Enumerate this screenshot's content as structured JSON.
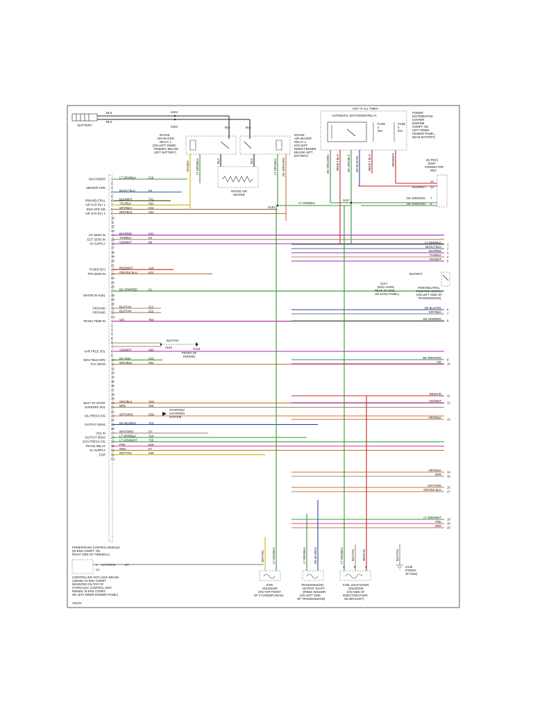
{
  "colors": {
    "lt_grn_blk": "#3a8f3a",
    "blk_lt_blu": "#3c6fa8",
    "blk_yel": "#222222",
    "grn": "#22aa33",
    "purple": "#b020b0",
    "org": "#c87533",
    "tan": "#a08a6e",
    "pink": "#e8409a",
    "red": "#d02020",
    "yel": "#c9b500",
    "dk_blu": "#2244aa",
    "gray": "#777777"
  },
  "battery": {
    "label": "BATTERY",
    "wire1": "BLK",
    "wire2": "BLK"
  },
  "splices_top": {
    "s404": "S404",
    "s403": "S403",
    "s130": "S130",
    "s127": "S127"
  },
  "hot_label": "HOT AT ALL TIMES",
  "asd_relay": "AUTOMATIC SHUTDOWN RELAY",
  "fuse2": [
    "FUSE",
    "2",
    "30A"
  ],
  "fuse3": [
    "FUSE",
    "3",
    "20A"
  ],
  "pdc_label": [
    "POWER",
    "DISTRIBUTION",
    "CENTER",
    "(ENGINE",
    "COMPT, ON",
    "LEFT INNER",
    "FENDER PANEL,",
    "NEAR BATTERY)"
  ],
  "relay1_label": [
    "INTAKE",
    "AIR HEATER",
    "RELAY 1",
    "(ON LEFT INNER",
    "FENDER, BELOW",
    "LEFT BATTERY)"
  ],
  "relay2_label": [
    "INTAKE",
    "AIR HEATER",
    "RELAY 2",
    "(ON LEFT",
    "INNER FENDER,",
    "BELOW LEFT",
    "BATTERY)"
  ],
  "heater_label": [
    "INTAKE AIR",
    "HEATER"
  ],
  "top_blk_labels": [
    "BLK",
    "BLK"
  ],
  "relay_wires": [
    "YEL/BLK",
    "LT GRN/BLK",
    "BLK",
    "BLK",
    "LT GRN/BLK",
    "DK GRN/ORG"
  ],
  "asd_wires": [
    "DK GRN/ORG",
    "RED/LT BLU",
    "DK GRN/BLK",
    "DK BLU/YEL",
    "RED/LT BLU"
  ],
  "red_wht_label": "RED/WHT",
  "pdc_connector_label": [
    "(IN PDC)",
    "JOINT",
    "CONNECTOR",
    "NO2"
  ],
  "pdc_pins": [
    {
      "pin": "13",
      "wire": "RED/WHT"
    },
    {
      "pin": "12",
      "wire": ""
    },
    {
      "pin": "7",
      "wire": "DK GRN/ORG"
    },
    {
      "pin": "8",
      "wire": "DK GRN/ORG"
    }
  ],
  "mid_label": "LT GRN/BLK",
  "pcm_rows": [
    {
      "pin": "1",
      "sig": "IGN POWER",
      "wire": "LT GRN/BLK",
      "circ": "F18"
    },
    {
      "pin": "2",
      "sig": "",
      "wire": "",
      "circ": ""
    },
    {
      "pin": "3",
      "sig": "SENSOR GRD",
      "wire": "",
      "circ": ""
    },
    {
      "pin": "4",
      "sig": "",
      "wire": "BLK/LT BLU",
      "circ": "K4"
    },
    {
      "pin": "5",
      "sig": "",
      "wire": "",
      "circ": ""
    },
    {
      "pin": "6",
      "sig": "PRK/NEUTRAL",
      "wire": "BLK/WHT",
      "circ": "T41"
    },
    {
      "pin": "7",
      "sig": "AIR SYS RLY 1",
      "wire": "YEL/BLK",
      "circ": "S21"
    },
    {
      "pin": "8",
      "sig": "ENG SPD SIG",
      "wire": "GRY/BLK",
      "circ": "K24"
    },
    {
      "pin": "9",
      "sig": "AIR SYS RLY 2",
      "wire": "ORG/BLK",
      "circ": "S22"
    },
    {
      "pin": "10",
      "sig": "",
      "wire": "",
      "circ": ""
    },
    {
      "pin": "11",
      "sig": "",
      "wire": "",
      "circ": ""
    },
    {
      "pin": "12",
      "sig": "",
      "wire": "",
      "circ": ""
    },
    {
      "pin": "13",
      "sig": "",
      "wire": "",
      "circ": ""
    },
    {
      "pin": "14",
      "sig": "IAT SENS IN",
      "wire": "BLK/RED",
      "circ": "K21"
    },
    {
      "pin": "15",
      "sig": "ECT SENS IN",
      "wire": "TAN/BLK",
      "circ": "K2"
    },
    {
      "pin": "16",
      "sig": "5V SUPPLY",
      "wire": "VIO/WHT",
      "circ": "K6"
    },
    {
      "pin": "17",
      "sig": "",
      "wire": "",
      "circ": ""
    },
    {
      "pin": "18",
      "sig": "",
      "wire": "",
      "circ": ""
    },
    {
      "pin": "19",
      "sig": "",
      "wire": "",
      "circ": ""
    },
    {
      "pin": "20",
      "sig": "",
      "wire": "",
      "circ": ""
    },
    {
      "pin": "21",
      "sig": "",
      "wire": "",
      "circ": ""
    },
    {
      "pin": "22",
      "sig": "FUSED B(+)",
      "wire": "RED/WHT",
      "circ": "A14"
    },
    {
      "pin": "23",
      "sig": "TPS SENS IN",
      "wire": "ORG/DK BLU",
      "circ": "K22"
    },
    {
      "pin": "24",
      "sig": "",
      "wire": "",
      "circ": ""
    },
    {
      "pin": "25",
      "sig": "",
      "wire": "",
      "circ": ""
    },
    {
      "pin": "26",
      "sig": "",
      "wire": "",
      "circ": ""
    },
    {
      "pin": "27",
      "sig": "",
      "wire": "DK GRN/RED",
      "circ": "K1"
    },
    {
      "pin": "28",
      "sig": "WATER IN FUEL",
      "wire": "",
      "circ": ""
    },
    {
      "pin": "29",
      "sig": "",
      "wire": "",
      "circ": ""
    },
    {
      "pin": "30",
      "sig": "",
      "wire": "",
      "circ": ""
    },
    {
      "pin": "31",
      "sig": "GROUND",
      "wire": "BLK/TAN",
      "circ": "Z12"
    },
    {
      "pin": "32",
      "sig": "GROUND",
      "wire": "BLK/TAN",
      "circ": "Z12"
    },
    {
      "pin": "C1",
      "sig": "",
      "wire": "",
      "circ": ""
    },
    {
      "pin": "1",
      "sig": "TRANS TEMP IN",
      "wire": "VIO",
      "circ": "T54"
    },
    {
      "pin": "2",
      "sig": "",
      "wire": "",
      "circ": ""
    },
    {
      "pin": "3",
      "sig": "",
      "wire": "",
      "circ": ""
    },
    {
      "pin": "4",
      "sig": "",
      "wire": "",
      "circ": ""
    },
    {
      "pin": "5",
      "sig": "",
      "wire": "",
      "circ": ""
    },
    {
      "pin": "6",
      "sig": "",
      "wire": "",
      "circ": ""
    },
    {
      "pin": "7",
      "sig": "",
      "wire": "",
      "circ": ""
    },
    {
      "pin": "8",
      "sig": "VAR FRCE SOL",
      "wire": "VIO/WHT",
      "circ": "K90"
    },
    {
      "pin": "9",
      "sig": "",
      "wire": "",
      "circ": ""
    },
    {
      "pin": "10",
      "sig": "GEN FIELD DRV",
      "wire": "DK GRN",
      "circ": "K20"
    },
    {
      "pin": "11",
      "sig": "TCC DRVR",
      "wire": "ORG/BLK",
      "circ": "K54"
    },
    {
      "pin": "12",
      "sig": "",
      "wire": "",
      "circ": ""
    },
    {
      "pin": "13",
      "sig": "",
      "wire": "",
      "circ": ""
    },
    {
      "pin": "14",
      "sig": "",
      "wire": "",
      "circ": ""
    },
    {
      "pin": "15",
      "sig": "",
      "wire": "",
      "circ": ""
    },
    {
      "pin": "16",
      "sig": "",
      "wire": "",
      "circ": ""
    },
    {
      "pin": "17",
      "sig": "",
      "wire": "",
      "circ": ""
    },
    {
      "pin": "18",
      "sig": "",
      "wire": "",
      "circ": ""
    },
    {
      "pin": "19",
      "sig": "",
      "wire": "",
      "circ": ""
    },
    {
      "pin": "20",
      "sig": "WAIT TO START",
      "wire": "ORG/BLK",
      "circ": "G65"
    },
    {
      "pin": "21",
      "sig": "OVERDRV SOL",
      "wire": "BRN",
      "circ": "T60"
    },
    {
      "pin": "22",
      "sig": "",
      "wire": "",
      "circ": ""
    },
    {
      "pin": "23",
      "sig": "OIL PRESS SIG",
      "wire": "GRY/ORG",
      "circ": "G60"
    },
    {
      "pin": "24",
      "sig": "",
      "wire": "",
      "circ": ""
    },
    {
      "pin": "25",
      "sig": "OUTPUT SENS",
      "wire": "DK BLU/BLK",
      "circ": "T13"
    },
    {
      "pin": "26",
      "sig": "",
      "wire": "",
      "circ": ""
    },
    {
      "pin": "27",
      "sig": "VSS IN",
      "wire": "WHT/ORG",
      "circ": "G7"
    },
    {
      "pin": "28",
      "sig": "OUTPUT SENS",
      "wire": "LT GRN/BLK",
      "circ": "T14"
    },
    {
      "pin": "29",
      "sig": "GOV PRESS SIG",
      "wire": "LT GRN/WHT",
      "circ": "T25"
    },
    {
      "pin": "30",
      "sig": "TRANS RELAY",
      "wire": "PNK",
      "circ": "K29"
    },
    {
      "pin": "31",
      "sig": "5V SUPPLY",
      "wire": "ORG",
      "circ": "K7"
    },
    {
      "pin": "32",
      "sig": "EGR",
      "wire": "GRY/YEL",
      "circ": "K35"
    },
    {
      "pin": "C2",
      "sig": "",
      "wire": "",
      "circ": ""
    }
  ],
  "pcm_label": [
    "POWERTRAIN CONTROL MODULE",
    "(IN ENG COMPT, ON",
    "RIGHT SIDE OF FIREWALL)"
  ],
  "right_rows": [
    {
      "pin": "1",
      "wire": "LT GRN/BLK"
    },
    {
      "pin": "2",
      "wire": "BLK/LT BLU"
    },
    {
      "pin": "3",
      "wire": "BLK/RED"
    },
    {
      "pin": "4",
      "wire": "TAN/BLK"
    },
    {
      "pin": "5",
      "wire": "VIO/WHT"
    },
    {
      "pin": "6",
      "wire": "DK BLU/YEL"
    },
    {
      "pin": "7",
      "wire": "GRY/BLK"
    },
    {
      "pin": "8",
      "wire": "DK GRN/RED"
    },
    {
      "pin": "9",
      "wire": "BK GRN/ORG"
    },
    {
      "pin": "10",
      "wire": "VIO"
    },
    {
      "pin": "11",
      "wire": "RED/VIO"
    },
    {
      "pin": "12",
      "wire": "VIO/WHT"
    },
    {
      "pin": "13",
      "wire": "ORG/BLK"
    },
    {
      "pin": "14",
      "wire": "ORG/BLK"
    },
    {
      "pin": "15",
      "wire": "BRN"
    },
    {
      "pin": "16",
      "wire": "GRY/ORG"
    },
    {
      "pin": "17",
      "wire": "ORG/DK BLU"
    },
    {
      "pin": "18",
      "wire": "LT GRN/WHT"
    },
    {
      "pin": "19",
      "wire": "PNK"
    },
    {
      "pin": "20",
      "wire": "ORG"
    }
  ],
  "park_switch": {
    "wire": "BLK/WHT",
    "label": [
      "PARK/NEUTRAL",
      "POSITION SWITCH",
      "(ON LEFT SIDE OF",
      "TRANSMISSION)"
    ]
  },
  "s127_label": [
    "S127",
    "(ENG HARN,",
    "REAR OF ENG,",
    "ON DASH PANEL)"
  ],
  "ground_label": {
    "wire": "BLK/TAN",
    "splice": "S125",
    "g": "G103",
    "text": [
      "FRONT OF",
      "ENGINE)"
    ]
  },
  "starting_label": [
    "STARTING/",
    "CHARGING",
    "SYSTEM"
  ],
  "abs_label": [
    "CONTROLLER ANTI-LOCK BRAKE",
    "(4WABS: IN ENG COMPT,",
    "MOUNTED ON TOP OF",
    "HYDRAULIC CONTROL UNIT;",
    "RWABS: IN ENG COMPT,",
    "ON LEFT INNER FENDER PANEL)"
  ],
  "abs_pin": {
    "pin": "2",
    "wire": "WHT/ORG",
    "circ": "G7",
    "conn": "C1"
  },
  "egr": {
    "wires": [
      "GRY/YEL",
      "LT GRN/BLK"
    ],
    "label": [
      "EGR",
      "SOLENOID",
      "(ON TOP FRONT",
      "OF CYLINDER HEAD)"
    ]
  },
  "trans_sensor": {
    "wires": [
      "LT GRN/BLK",
      "DK BLU/BLK"
    ],
    "label": [
      "TRANSMISSION",
      "OUTPUT SHAFT",
      "SPEED SENSOR",
      "(ON LEFT SIDE",
      "OF TRANSMISSION)"
    ]
  },
  "fuel_solenoid": {
    "wires": [
      "LT GRN/BLK",
      "BLK/TAN",
      "RED/VIO"
    ],
    "pins": [
      "A",
      "B",
      "C"
    ],
    "label": [
      "FUEL SHUT-DOWN",
      "SOLENOID",
      "(ON SIDE OF",
      "INJECTION PUMP,",
      "ON BRACKET)"
    ]
  },
  "g125": {
    "wire": "BLK/TAN",
    "label": [
      "G125",
      "(FRONT",
      "OF ENG)"
    ]
  },
  "page_code": "131211"
}
